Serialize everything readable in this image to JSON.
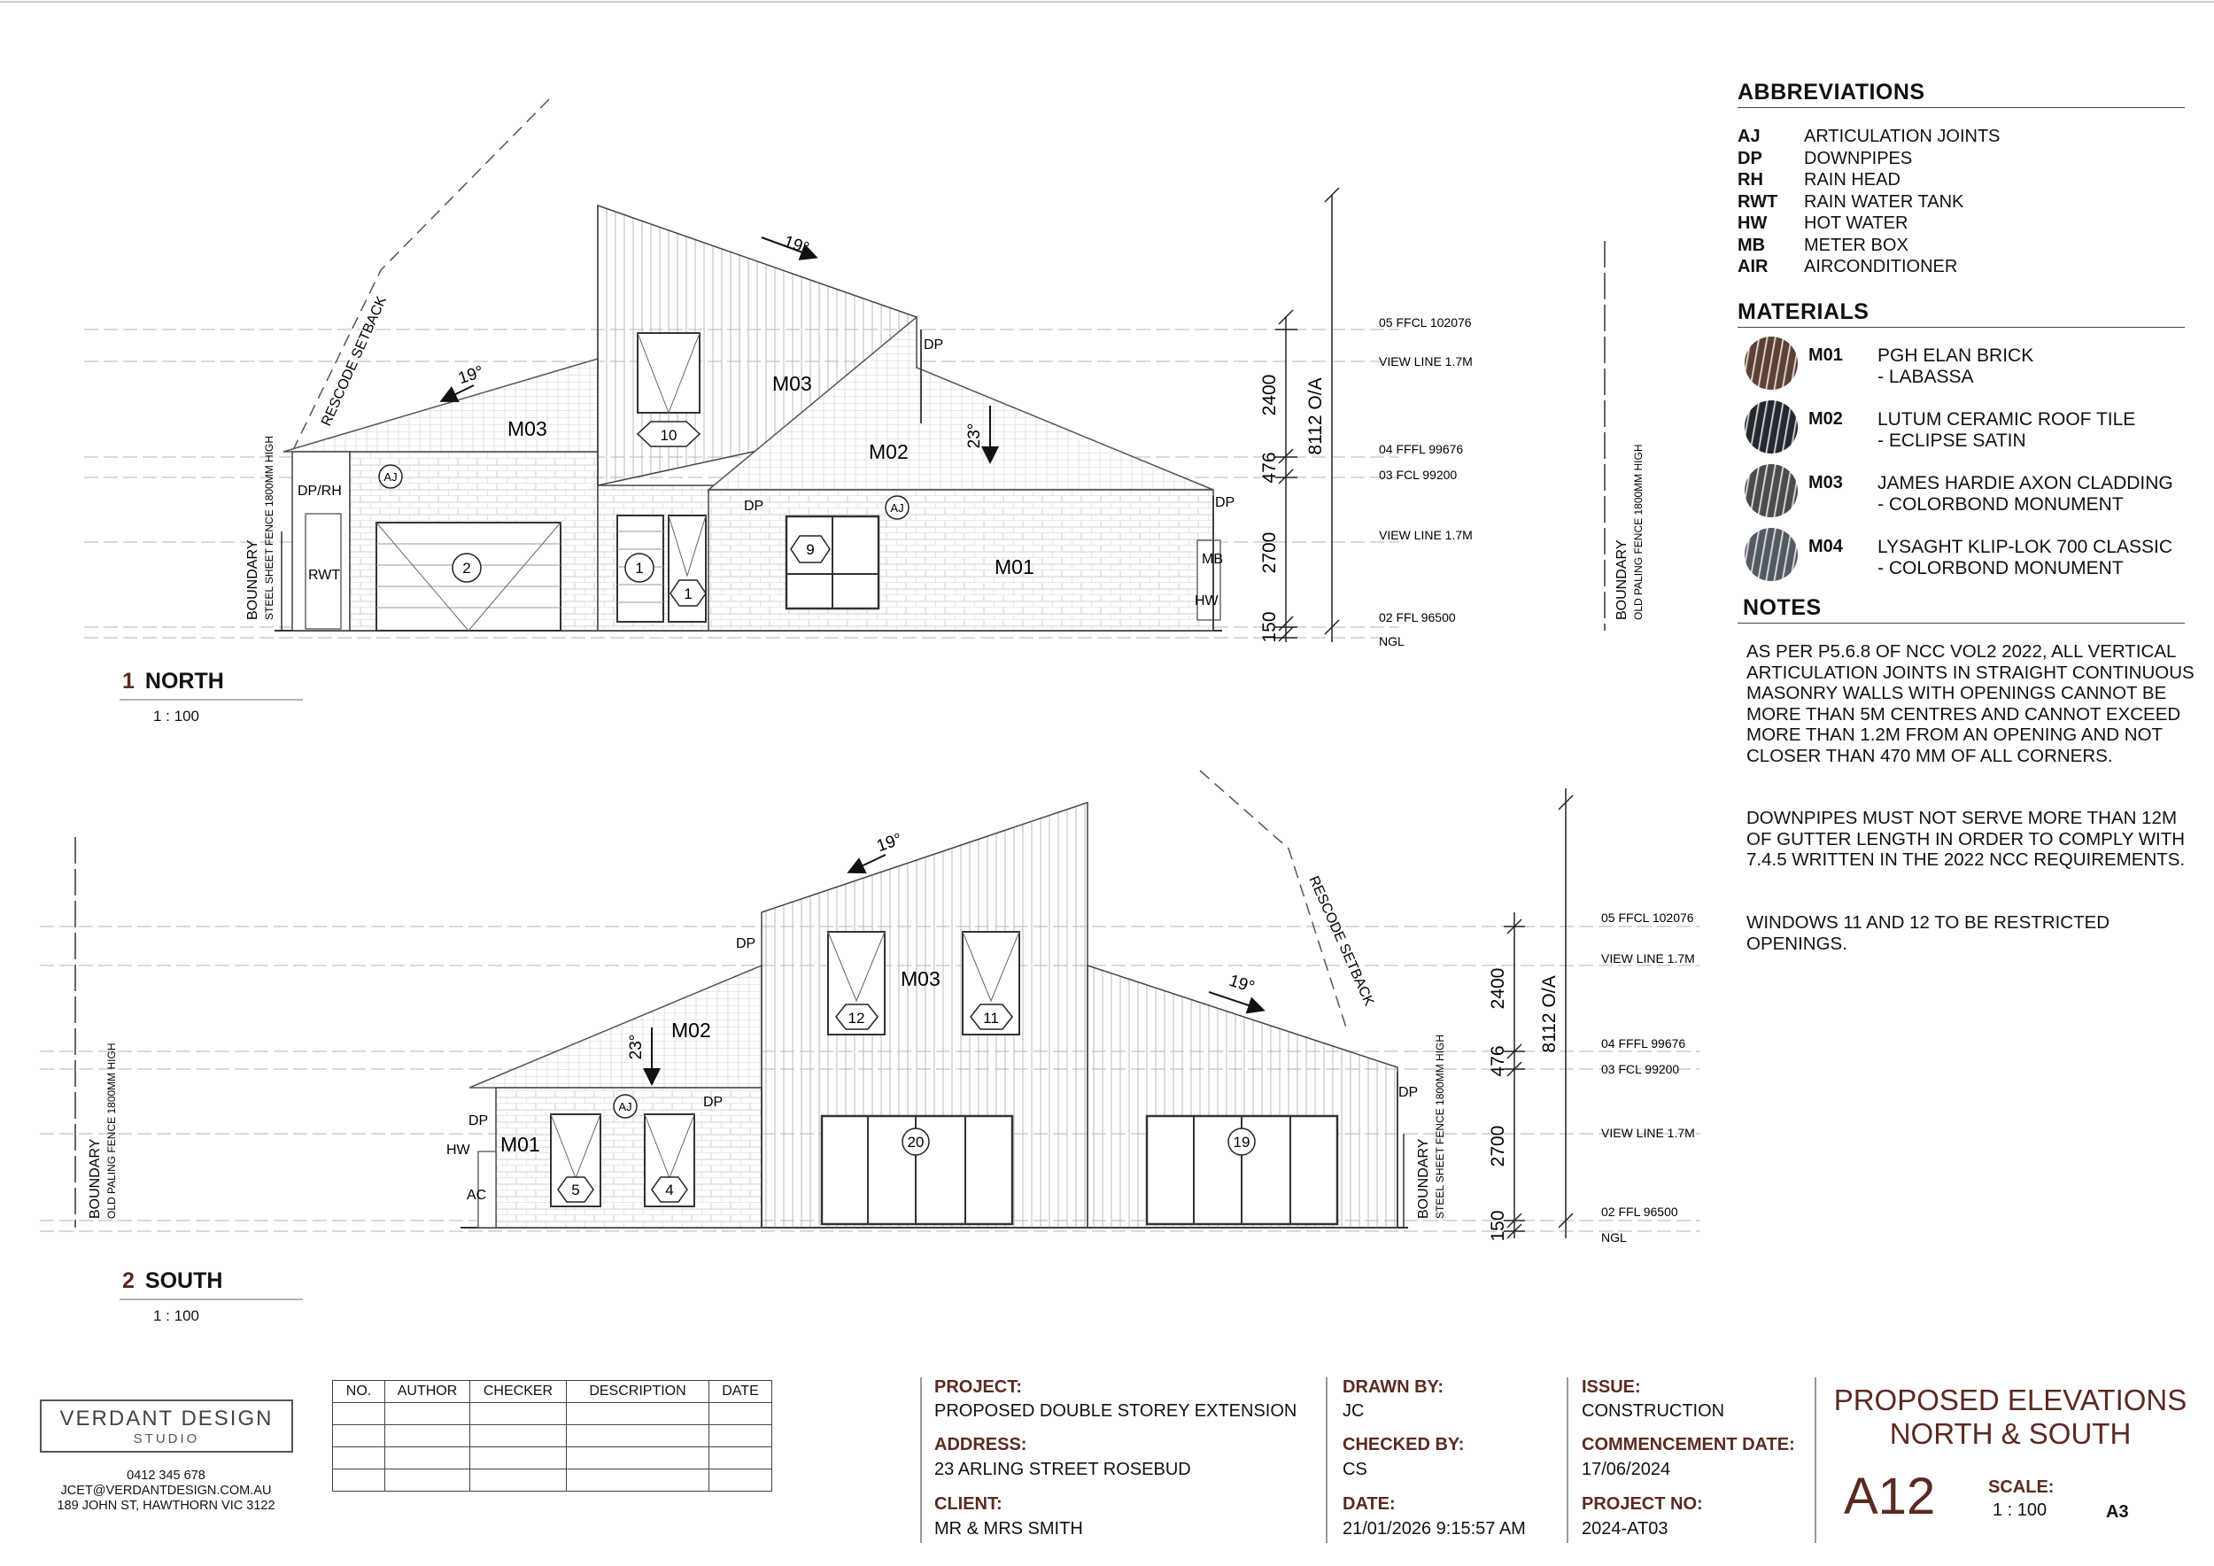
{
  "abbreviations": {
    "heading": "ABBREVIATIONS",
    "items": [
      {
        "code": "AJ",
        "meaning": "ARTICULATION JOINTS"
      },
      {
        "code": "DP",
        "meaning": "DOWNPIPES"
      },
      {
        "code": "RH",
        "meaning": "RAIN HEAD"
      },
      {
        "code": "RWT",
        "meaning": "RAIN WATER TANK"
      },
      {
        "code": "HW",
        "meaning": "HOT WATER"
      },
      {
        "code": "MB",
        "meaning": "METER BOX"
      },
      {
        "code": "AIR",
        "meaning": "AIRCONDITIONER"
      }
    ]
  },
  "materials": {
    "heading": "MATERIALS",
    "items": [
      {
        "code": "M01",
        "line1": "PGH ELAN BRICK",
        "line2": "- LABASSA",
        "swatch": "#5c4134"
      },
      {
        "code": "M02",
        "line1": "LUTUM CERAMIC ROOF TILE",
        "line2": "- ECLIPSE SATIN",
        "swatch": "#262830"
      },
      {
        "code": "M03",
        "line1": "JAMES HARDIE AXON CLADDING",
        "line2": "- COLORBOND MONUMENT",
        "swatch": "#4a4b4d"
      },
      {
        "code": "M04",
        "line1": "LYSAGHT KLIP-LOK 700 CLASSIC",
        "line2": "- COLORBOND MONUMENT",
        "swatch": "#545a62"
      }
    ]
  },
  "notes": {
    "heading": "NOTES",
    "paragraphs": [
      "AS PER P5.6.8 OF NCC VOL2 2022, ALL VERTICAL ARTICULATION JOINTS IN STRAIGHT CONTINUOUS MASONRY WALLS WITH OPENINGS CANNOT BE MORE THAN 5M CENTRES AND CANNOT EXCEED MORE THAN 1.2M FROM AN OPENING AND NOT CLOSER THAN 470 MM OF ALL CORNERS.",
      "DOWNPIPES MUST NOT SERVE MORE THAN 12M OF GUTTER LENGTH IN ORDER TO COMPLY WITH 7.4.5 WRITTEN IN THE 2022 NCC REQUIREMENTS.",
      "WINDOWS 11 AND 12 TO BE RESTRICTED OPENINGS."
    ]
  },
  "views": {
    "north": {
      "number": "1",
      "title": "NORTH",
      "scale": "1 : 100",
      "levels": [
        "05 FFCL 102076",
        "VIEW LINE 1.7M",
        "04 FFFL 99676",
        "03 FCL 99200",
        "VIEW LINE 1.7M",
        "02 FFL 96500",
        "NGL"
      ],
      "dims": {
        "d2400": "2400",
        "d476": "476",
        "d2700": "2700",
        "d150": "150",
        "overall": "8112 O/A"
      },
      "angles": {
        "roof_left": "19°",
        "roof_top": "19°",
        "pitch": "23°"
      },
      "materials": {
        "m03_left": "M03",
        "m03_top": "M03",
        "m02": "M02",
        "m01": "M01"
      },
      "tags": {
        "dp_top": "DP",
        "dp_mid": "DP",
        "dp_right": "DP",
        "dp_rh": "DP/RH",
        "rwt": "RWT",
        "mb": "MB",
        "hw": "HW",
        "aj1": "AJ",
        "aj2": "AJ"
      },
      "openings": {
        "w10": "10",
        "g2": "2",
        "d1": "1",
        "w1": "1",
        "w9": "9"
      },
      "boundary_left": {
        "title": "BOUNDARY",
        "sub": "STEEL SHEET FENCE 1800MM HIGH"
      },
      "boundary_right": {
        "title": "BOUNDARY",
        "sub": "OLD PALING FENCE 1800MM HIGH"
      },
      "setback": "RESCODE SETBACK"
    },
    "south": {
      "number": "2",
      "title": "SOUTH",
      "scale": "1 : 100",
      "levels": [
        "05 FFCL 102076",
        "VIEW LINE 1.7M",
        "04 FFFL 99676",
        "03 FCL 99200",
        "VIEW LINE 1.7M",
        "02 FFL 96500",
        "NGL"
      ],
      "dims": {
        "d2400": "2400",
        "d476": "476",
        "d2700": "2700",
        "d150": "150",
        "overall": "8112 O/A"
      },
      "angles": {
        "roof_top": "19°",
        "roof_right": "19°",
        "pitch": "23°"
      },
      "materials": {
        "m03": "M03",
        "m02": "M02",
        "m01": "M01"
      },
      "tags": {
        "dp_top": "DP",
        "dp_left": "DP",
        "dp_mid": "DP",
        "dp_right": "DP",
        "hw": "HW",
        "ac": "AC",
        "aj": "AJ"
      },
      "openings": {
        "w12": "12",
        "w11": "11",
        "w5": "5",
        "w4": "4",
        "d20": "20",
        "d19": "19"
      },
      "boundary_left": {
        "title": "BOUNDARY",
        "sub": "OLD PALING FENCE 1800MM HIGH"
      },
      "boundary_right": {
        "title": "BOUNDARY",
        "sub": "STEEL SHEET FENCE 1800MM HIGH"
      },
      "setback": "RESCODE SETBACK"
    }
  },
  "revision_table": {
    "headers": [
      "NO.",
      "AUTHOR",
      "CHECKER",
      "DESCRIPTION",
      "DATE"
    ]
  },
  "titleblock": {
    "company": "VERDANT DESIGN",
    "company_sub": "STUDIO",
    "phone": "0412 345 678",
    "email": "JCET@VERDANTDESIGN.COM.AU",
    "address": "189 JOHN ST, HAWTHORN VIC 3122",
    "project_label": "PROJECT:",
    "project": "PROPOSED DOUBLE STOREY EXTENSION",
    "address_label": "ADDRESS:",
    "site_address": "23 ARLING STREET ROSEBUD",
    "client_label": "CLIENT:",
    "client": "MR & MRS SMITH",
    "drawn_label": "DRAWN BY:",
    "drawn": "JC",
    "checked_label": "CHECKED BY:",
    "checked": "CS",
    "date_label": "DATE:",
    "date": "21/01/2026 9:15:57 AM",
    "issue_label": "ISSUE:",
    "issue": "CONSTRUCTION",
    "commencement_label": "COMMENCEMENT DATE:",
    "commencement": "17/06/2024",
    "project_no_label": "PROJECT NO:",
    "project_no": "2024-AT03",
    "sheet_title_1": "PROPOSED ELEVATIONS",
    "sheet_title_2": "NORTH & SOUTH",
    "sheet_no": "A12",
    "scale_label": "SCALE:",
    "scale": "1 : 100",
    "paper": "A3"
  }
}
